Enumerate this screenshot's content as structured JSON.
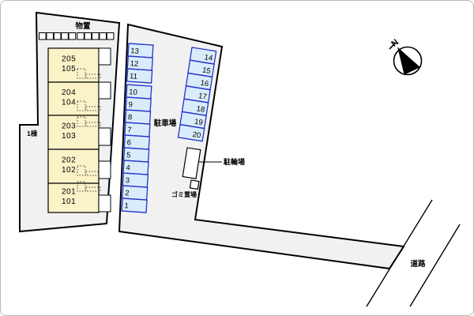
{
  "site": {
    "building_label": "1棟",
    "storage_label": "物置",
    "storage_cell_count": 10,
    "units": [
      {
        "upper": "205",
        "lower": "105"
      },
      {
        "upper": "204",
        "lower": "104"
      },
      {
        "upper": "203",
        "lower": "103"
      },
      {
        "upper": "202",
        "lower": "102"
      },
      {
        "upper": "201",
        "lower": "101"
      }
    ],
    "parking_label": "駐車場",
    "parking_left_numbers": [
      "13",
      "12",
      "11",
      "10",
      "9",
      "8",
      "7",
      "6",
      "5",
      "4",
      "3",
      "2",
      "1"
    ],
    "parking_right_numbers": [
      "14",
      "15",
      "16",
      "17",
      "18",
      "19",
      "20"
    ],
    "bicycle_label": "駐輪場",
    "garbage_label": "ゴミ置場",
    "road_label": "道路",
    "north_label": "N"
  },
  "colors": {
    "site_fill": "#f1f1f1",
    "building_fill": "#faf3c8",
    "parking_fill": "#d9ecfb",
    "parking_border": "#2233cc",
    "outline": "#000000"
  }
}
